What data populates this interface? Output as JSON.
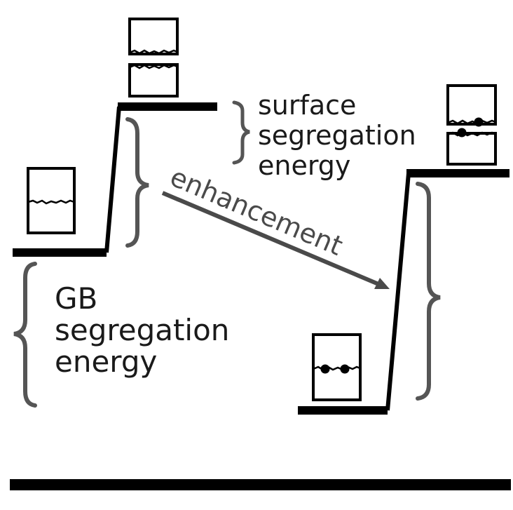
{
  "labels": {
    "surface_line1": "surface",
    "surface_line2": "segregation",
    "surface_line3": "energy",
    "gb_line1": "GB",
    "gb_line2": "segregation",
    "gb_line3": "energy",
    "arrow": "enhancement"
  },
  "colors": {
    "line": "#000000",
    "brace": "#555555",
    "arrow": "#4a4a4a"
  }
}
